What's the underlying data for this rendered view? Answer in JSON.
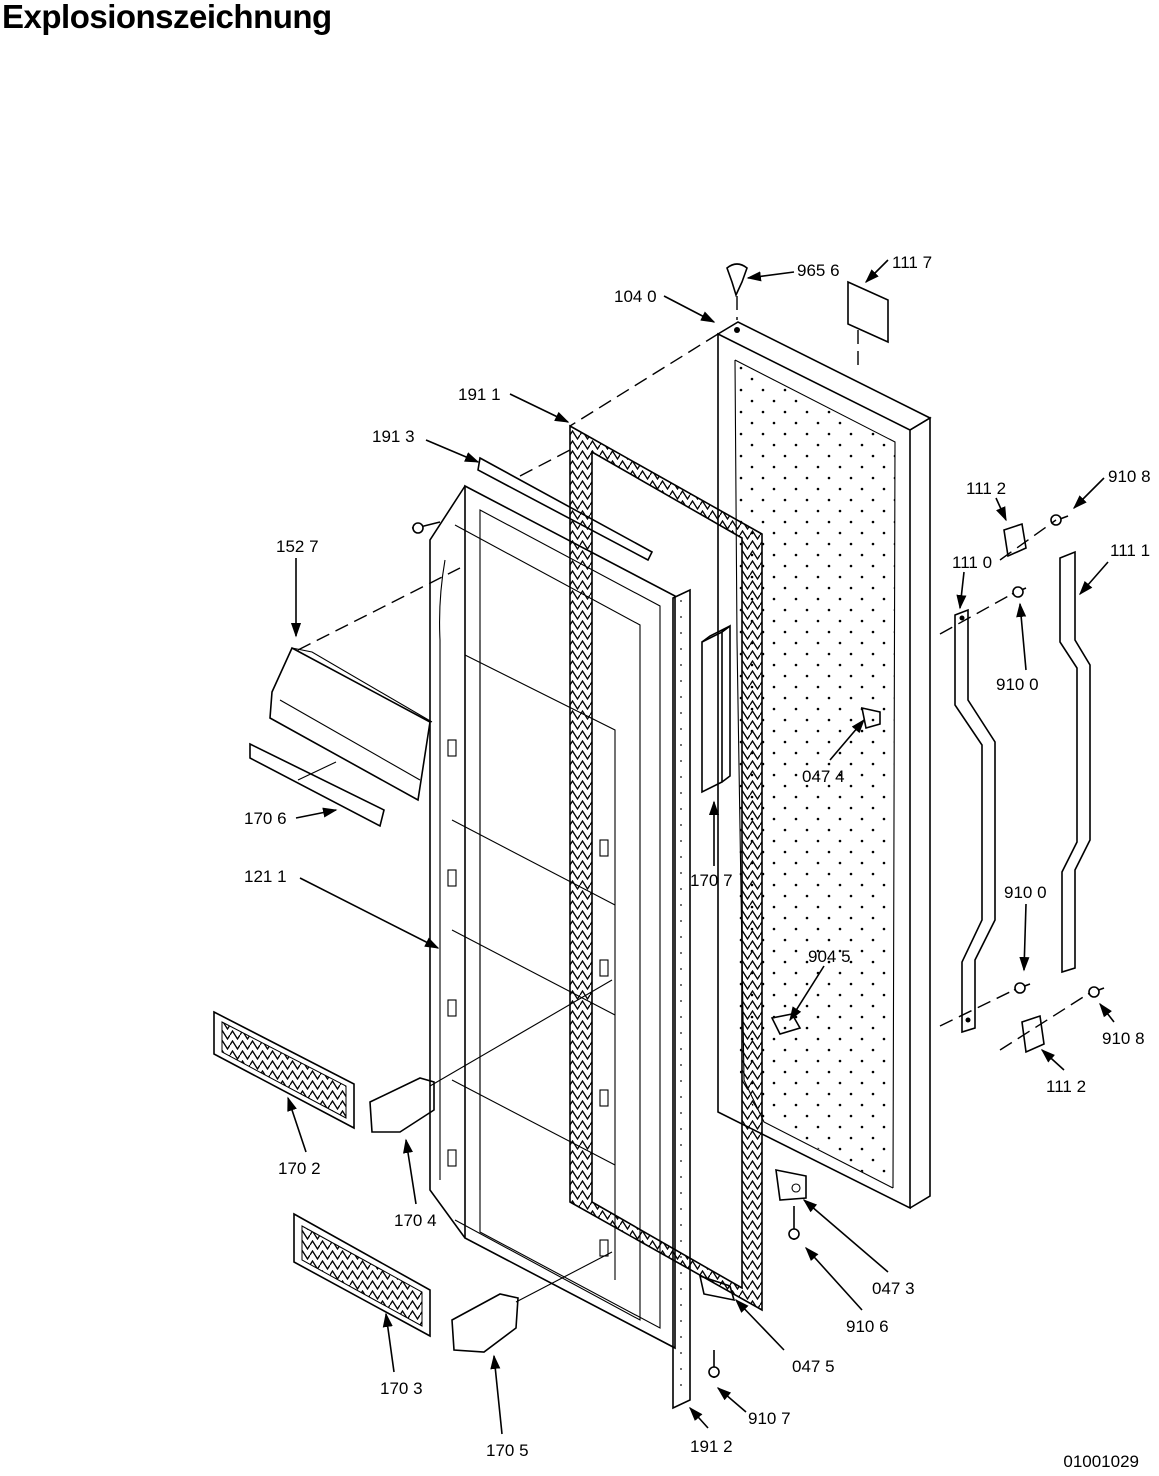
{
  "title": "Explosionszeichnung",
  "document_number": "01001029",
  "callouts": {
    "c9656": "965 6",
    "c1117": "111 7",
    "c1040": "104 0",
    "c1911": "191 1",
    "c1913": "191 3",
    "c1112a": "111 2",
    "c9108a": "910 8",
    "c1527": "152 7",
    "c1110": "111 0",
    "c1111": "111 1",
    "c9100a": "910 0",
    "c0474": "047 4",
    "c1706": "170 6",
    "c1211": "121 1",
    "c1707": "170 7",
    "c9100b": "910 0",
    "c9045": "904 5",
    "c9108b": "910 8",
    "c1112b": "111 2",
    "c1702": "170 2",
    "c1704": "170 4",
    "c0473": "047 3",
    "c9106": "910 6",
    "c0475": "047 5",
    "c1703": "170 3",
    "c9107": "910 7",
    "c1705": "170 5",
    "c1912": "191 2"
  }
}
